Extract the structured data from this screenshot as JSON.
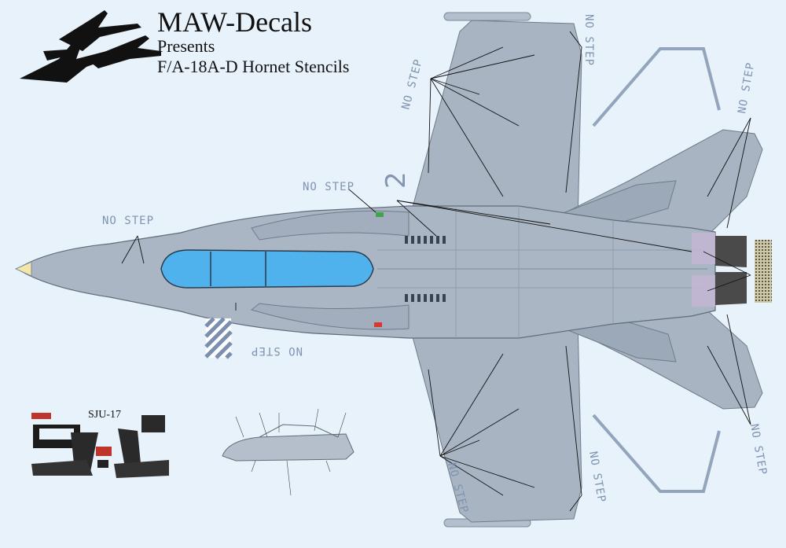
{
  "header": {
    "title": "MAW-Decals",
    "presents": "Presents",
    "subtitle": "F/A-18A-D Hornet Stencils"
  },
  "labels": {
    "no_step": "NO STEP",
    "number": "2",
    "seat": "SJU-17"
  },
  "colors": {
    "background": "#e8f2fb",
    "airframe": "#a8b4c2",
    "airframe_dark": "#8f9cab",
    "canopy": "#4fb2ec",
    "stencil_text": "#7f93b3",
    "leader_line": "#111111"
  }
}
